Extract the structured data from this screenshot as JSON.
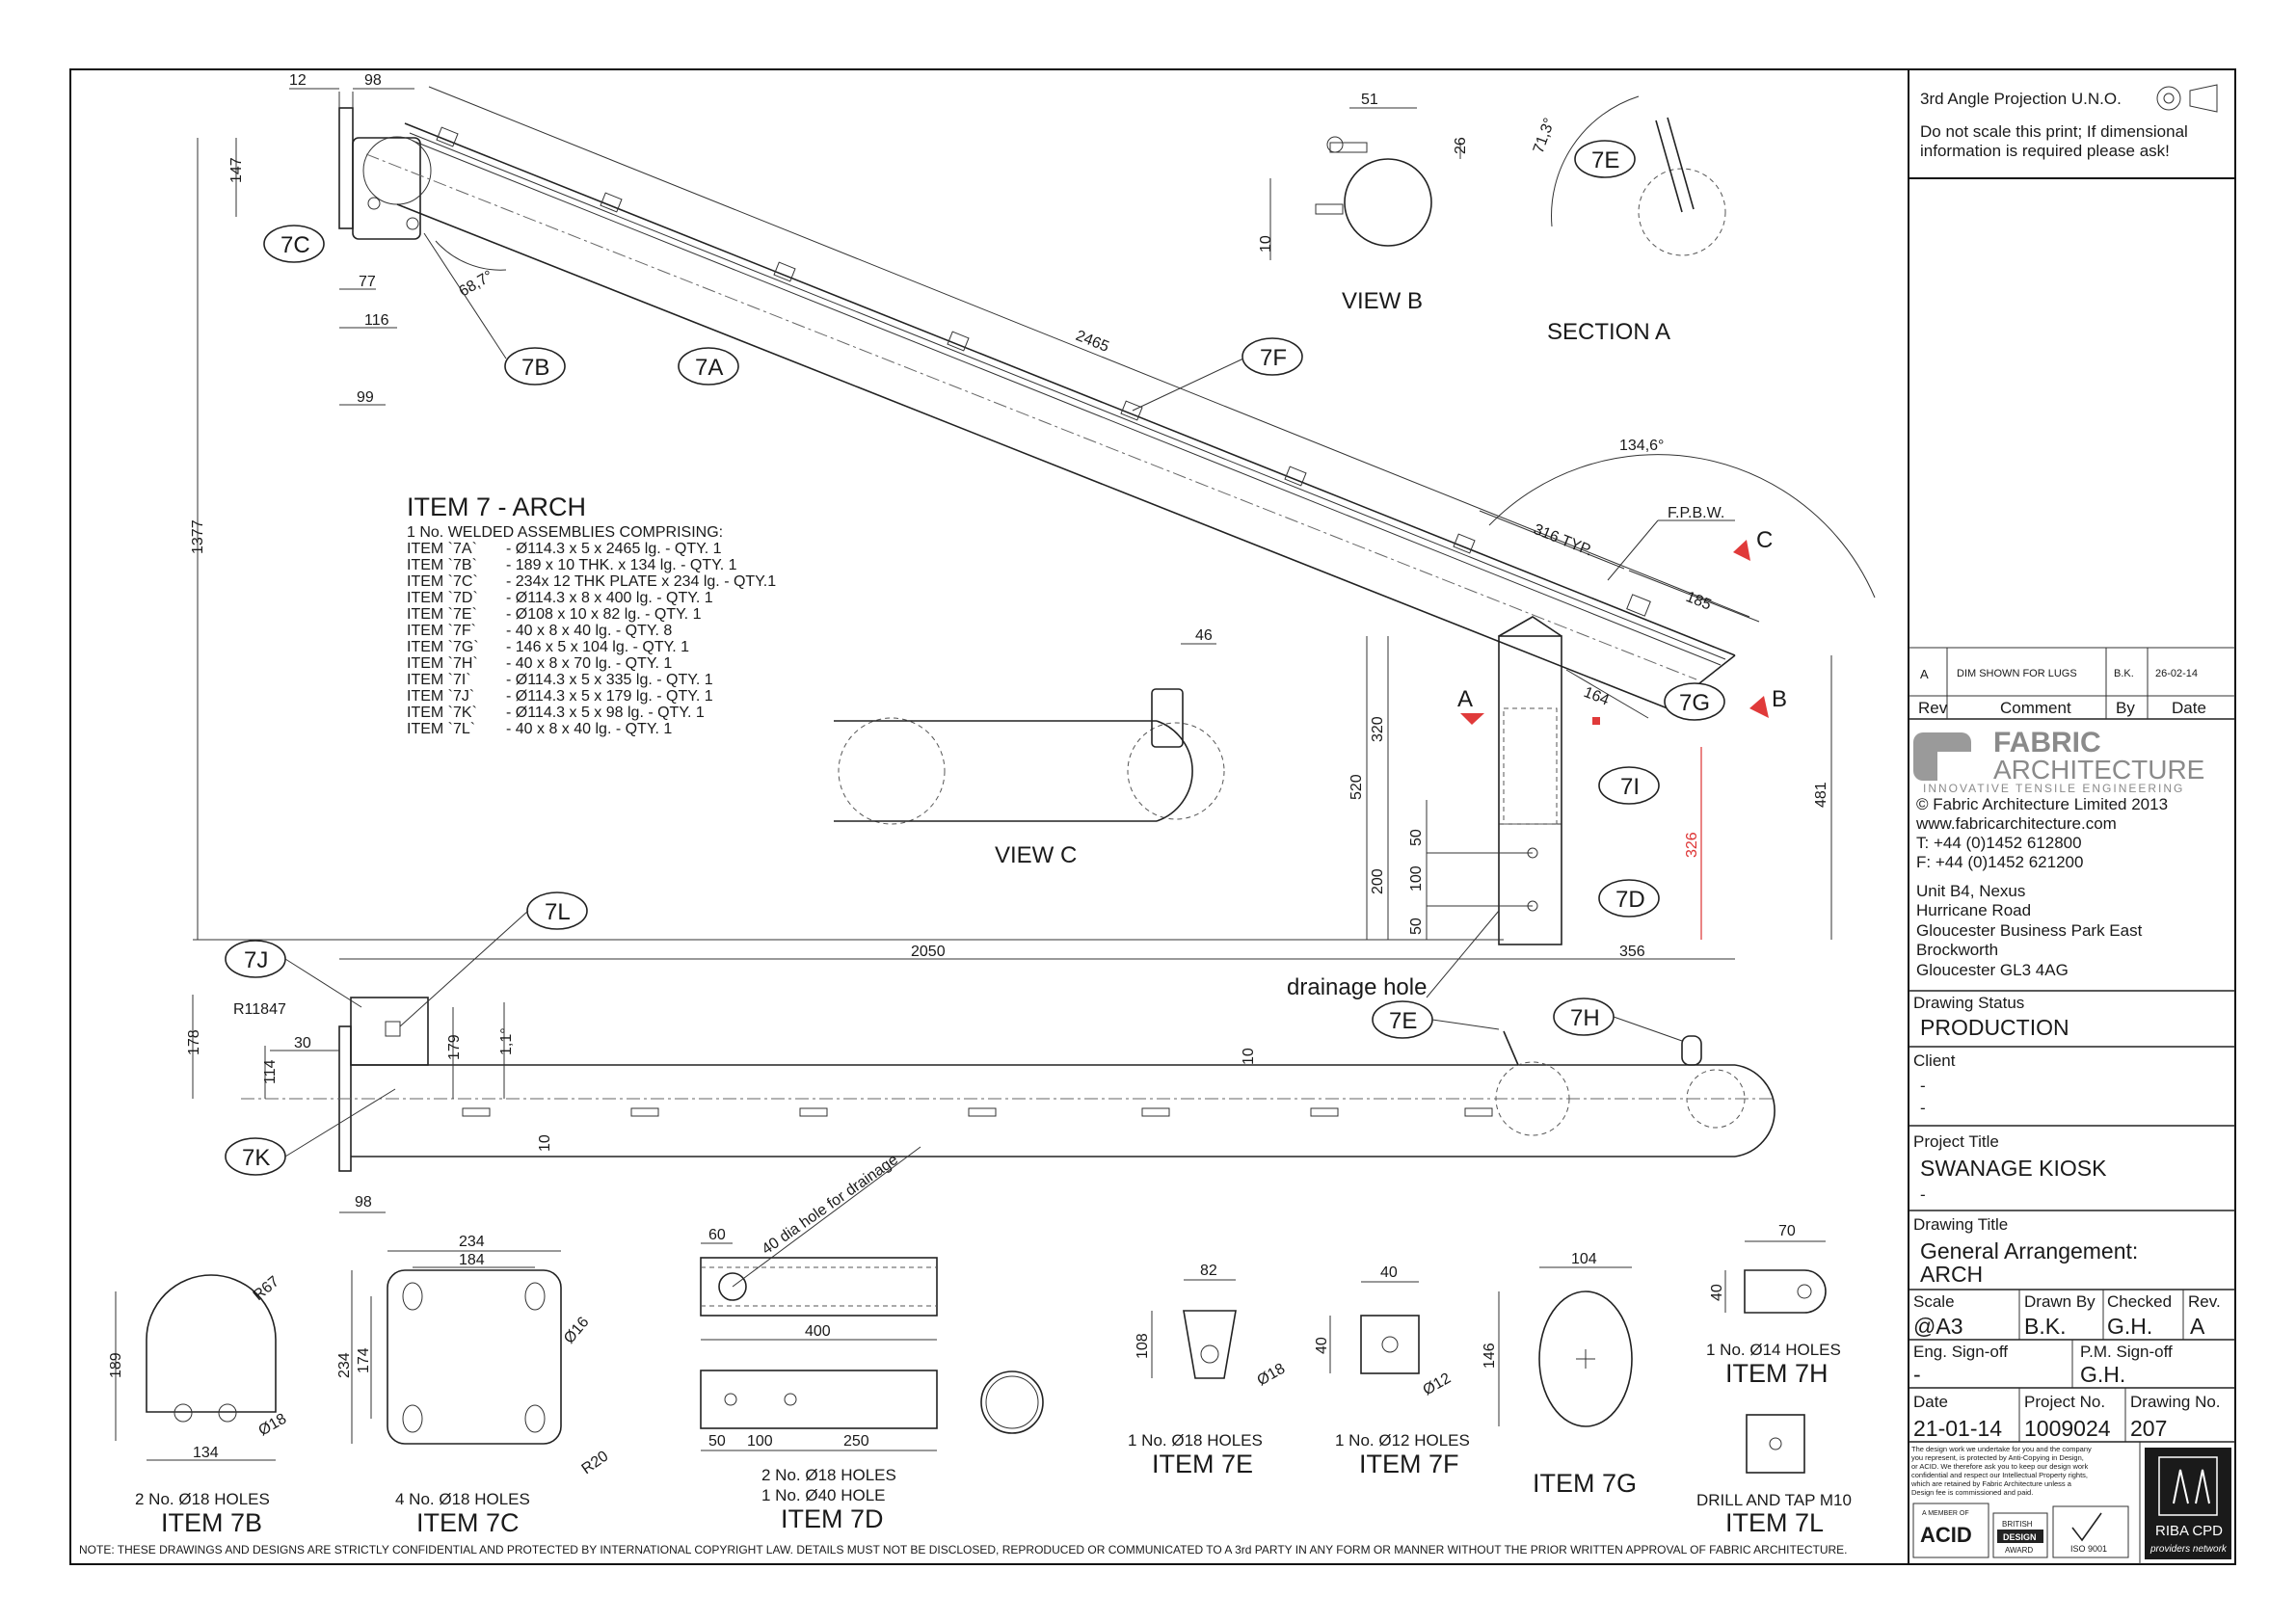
{
  "title_block": {
    "projection": "3rd Angle Projection U.N.O.",
    "scale_note_1": "Do not scale this print; If dimensional",
    "scale_note_2": "information is required please ask!",
    "revision": {
      "rev": "A",
      "comment": "DIM SHOWN FOR LUGS",
      "by": "B.K.",
      "date": "26-02-14"
    },
    "rev_headers": {
      "rev": "Rev",
      "comment": "Comment",
      "by": "By",
      "date": "Date"
    },
    "company": {
      "logo_top": "FABRIC",
      "logo_bottom": "ARCHITECTURE",
      "tagline": "INNOVATIVE TENSILE ENGINEERING",
      "copyright": "© Fabric Architecture Limited 2013",
      "website": "www.fabricarchitecture.com",
      "tel": "T: +44 (0)1452 612800",
      "fax": "F: +44 (0)1452 621200",
      "address": [
        "Unit B4, Nexus",
        "Hurricane Road",
        "Gloucester Business Park East",
        "Brockworth",
        "Gloucester GL3 4AG"
      ]
    },
    "drawing_status_label": "Drawing Status",
    "drawing_status": "PRODUCTION",
    "client_label": "Client",
    "client_1": "-",
    "client_2": "-",
    "project_title_label": "Project Title",
    "project_title": "SWANAGE KIOSK",
    "project_title_2": "-",
    "drawing_title_label": "Drawing Title",
    "drawing_title_1": "General Arrangement:",
    "drawing_title_2": "ARCH",
    "scale_label": "Scale",
    "scale": "@A3",
    "drawn_by_label": "Drawn By",
    "drawn_by": "B.K.",
    "checked_label": "Checked",
    "checked": "G.H.",
    "rev_label": "Rev.",
    "rev_value": "A",
    "eng_signoff_label": "Eng. Sign-off",
    "eng_signoff": "-",
    "pm_signoff_label": "P.M. Sign-off",
    "pm_signoff": "G.H.",
    "date_label": "Date",
    "date": "21-01-14",
    "project_no_label": "Project No.",
    "project_no": "1009024",
    "drawing_no_label": "Drawing No.",
    "drawing_no": "207",
    "legal_text": [
      "The design work we undertake for you and the company",
      "you represent, is protected by Anti-Copying in Design,",
      "or ACID. We therefore ask you to keep our design work",
      "confidential and respect our Intellectual Property rights,",
      "which are retained by Fabric Architecture unless a",
      "Design fee is commissioned and paid."
    ],
    "badges": {
      "acid_top": "A MEMBER OF",
      "acid": "ACID",
      "bsi_1": "BRITISH",
      "bsi_2": "DESIGN",
      "bsi_3": "AWARD",
      "iso": "ISO 9001",
      "riba": "RIBA CPD",
      "riba_sub": "providers network"
    }
  },
  "footer_note": "NOTE: THESE DRAWINGS AND DESIGNS ARE STRICTLY CONFIDENTIAL AND PROTECTED BY INTERNATIONAL COPYRIGHT LAW. DETAILS MUST NOT BE DISCLOSED, REPRODUCED OR COMMUNICATED TO A 3rd PARTY IN ANY FORM OR MANNER WITHOUT THE PRIOR WRITTEN APPROVAL OF FABRIC ARCHITECTURE.",
  "item_list": {
    "title": "ITEM 7 - ARCH",
    "subtitle": "1 No. WELDED ASSEMBLIES COMPRISING:",
    "rows": [
      {
        "item": "ITEM `7A`",
        "desc": "- Ø114.3 x 5 x 2465 lg. - QTY. 1"
      },
      {
        "item": "ITEM `7B`",
        "desc": "- 189 x 10 THK. x 134 lg. - QTY. 1"
      },
      {
        "item": "ITEM `7C`",
        "desc": "- 234x 12 THK PLATE x 234 lg. - QTY.1"
      },
      {
        "item": "ITEM `7D`",
        "desc": "- Ø114.3 x 8 x 400 lg. - QTY. 1"
      },
      {
        "item": "ITEM `7E`",
        "desc": "- Ø108 x 10 x 82 lg. - QTY. 1"
      },
      {
        "item": "ITEM `7F`",
        "desc": "- 40 x 8 x 40 lg. - QTY. 8"
      },
      {
        "item": "ITEM `7G`",
        "desc": "- 146 x 5 x 104 lg. - QTY. 1"
      },
      {
        "item": "ITEM `7H`",
        "desc": "- 40 x 8 x 70 lg. - QTY. 1"
      },
      {
        "item": "ITEM `7I`",
        "desc": "- Ø114.3 x 5 x 335 lg. - QTY. 1"
      },
      {
        "item": "ITEM `7J`",
        "desc": "- Ø114.3 x 5 x 179 lg. - QTY. 1"
      },
      {
        "item": "ITEM `7K`",
        "desc": "- Ø114.3 x 5 x 98 lg. - QTY. 1"
      },
      {
        "item": "ITEM `7L`",
        "desc": "- 40 x 8 x 40 lg. - QTY. 1"
      }
    ]
  },
  "views": {
    "view_b": "VIEW B",
    "section_a": "SECTION A",
    "view_c": "VIEW C",
    "drainage": "drainage hole",
    "fpbw": "F.P.B.W.",
    "sec_a": "A",
    "sec_b": "B",
    "sec_c": "C"
  },
  "bubbles": {
    "b7A": "7A",
    "b7B": "7B",
    "b7C": "7C",
    "b7E_top": "7E",
    "b7F": "7F",
    "b7G": "7G",
    "b7I": "7I",
    "b7D": "7D",
    "b7L": "7L",
    "b7J": "7J",
    "b7K": "7K",
    "b7E": "7E",
    "b7H": "7H"
  },
  "dims": {
    "d12": "12",
    "d98": "98",
    "d147": "147",
    "d77": "77",
    "d116": "116",
    "d99": "99",
    "a68": "68,7°",
    "d1377": "1377",
    "d2465": "2465",
    "d51": "51",
    "d26": "26",
    "d10v": "10",
    "a71": "71,3°",
    "a134": "134,6°",
    "d316": "316 TYP.",
    "d185": "185",
    "d164": "164",
    "d46": "46",
    "d320": "320",
    "d520": "520",
    "d50a": "50",
    "d200": "200",
    "d100": "100",
    "d50b": "50",
    "d326": "326",
    "d481": "481",
    "d2050": "2050",
    "d356": "356",
    "r11847": "R11847",
    "d178": "178",
    "d30": "30",
    "d114": "114",
    "d179": "179",
    "a11": "1,1°",
    "d10a": "10",
    "d10b": "10",
    "d98b": "98"
  },
  "parts": {
    "p7B": {
      "r67": "R67",
      "d189": "189",
      "d18": "Ø18",
      "d134": "134",
      "holes": "2 No. Ø18 HOLES",
      "name": "ITEM 7B"
    },
    "p7C": {
      "d234": "234",
      "d184": "184",
      "d234v": "234",
      "d174": "174",
      "d16": "Ø16",
      "r20": "R20",
      "holes": "4 No. Ø18 HOLES",
      "name": "ITEM 7C"
    },
    "p7D": {
      "d60": "60",
      "note": "40 dia hole for drainage",
      "d400": "400",
      "d50": "50",
      "d100": "100",
      "d250": "250",
      "holes1": "2 No. Ø18 HOLES",
      "holes2": "1 No. Ø40 HOLE",
      "name": "ITEM 7D"
    },
    "p7E": {
      "d82": "82",
      "d108": "108",
      "d18": "Ø18",
      "holes": "1 No. Ø18 HOLES",
      "name": "ITEM 7E"
    },
    "p7F": {
      "d40": "40",
      "d40v": "40",
      "d12": "Ø12",
      "holes": "1 No. Ø12 HOLES",
      "name": "ITEM 7F"
    },
    "p7G": {
      "d104": "104",
      "d146": "146",
      "name": "ITEM 7G"
    },
    "p7H": {
      "d70": "70",
      "d40": "40",
      "holes": "1 No. Ø14 HOLES",
      "name": "ITEM 7H"
    },
    "p7L": {
      "note": "DRILL AND TAP M10",
      "name": "ITEM 7L"
    }
  }
}
